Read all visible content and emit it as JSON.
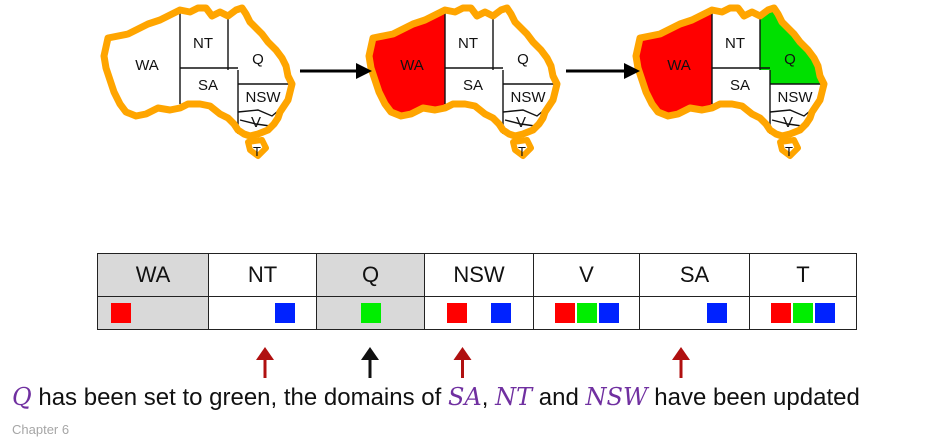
{
  "maps": [
    {
      "labels": {
        "WA": "WA",
        "NT": "NT",
        "SA": "SA",
        "Q": "Q",
        "NSW": "NSW",
        "V": "V",
        "T": "T"
      },
      "fills": {
        "WA": "#ffffff",
        "Q": "#ffffff"
      }
    },
    {
      "labels": {
        "WA": "WA",
        "NT": "NT",
        "SA": "SA",
        "Q": "Q",
        "NSW": "NSW",
        "V": "V",
        "T": "T"
      },
      "fills": {
        "WA": "#ff0000",
        "Q": "#ffffff"
      }
    },
    {
      "labels": {
        "WA": "WA",
        "NT": "NT",
        "SA": "SA",
        "Q": "Q",
        "NSW": "NSW",
        "V": "V",
        "T": "T"
      },
      "fills": {
        "WA": "#ff0000",
        "Q": "#00e000"
      }
    }
  ],
  "colors": {
    "red": "#ff0000",
    "green": "#00ee00",
    "blue": "#0022ff",
    "outline": "#ffa500",
    "assigned_bg": "#d9d9d9",
    "arrow_updated": "#b01010",
    "arrow_current": "#111111"
  },
  "table": {
    "columns": [
      {
        "name": "WA",
        "domain": [
          "red"
        ],
        "assigned": true,
        "arrow": "none"
      },
      {
        "name": "NT",
        "domain": [
          "blue"
        ],
        "assigned": false,
        "arrow": "updated"
      },
      {
        "name": "Q",
        "domain": [
          "green"
        ],
        "assigned": true,
        "arrow": "current"
      },
      {
        "name": "NSW",
        "domain": [
          "red",
          "blue"
        ],
        "assigned": false,
        "arrow": "updated"
      },
      {
        "name": "V",
        "domain": [
          "red",
          "green",
          "blue"
        ],
        "assigned": false,
        "arrow": "none"
      },
      {
        "name": "SA",
        "domain": [
          "blue"
        ],
        "assigned": false,
        "arrow": "updated"
      },
      {
        "name": "T",
        "domain": [
          "red",
          "green",
          "blue"
        ],
        "assigned": false,
        "arrow": "none"
      }
    ]
  },
  "caption": {
    "q": "Q",
    "part1": " has been set to green, the domains of ",
    "sa": "SA",
    "comma": ", ",
    "nt": "NT",
    "and": " and ",
    "nsw": "NSW",
    "part2": " have been updated"
  },
  "footer": "Chapter 6"
}
